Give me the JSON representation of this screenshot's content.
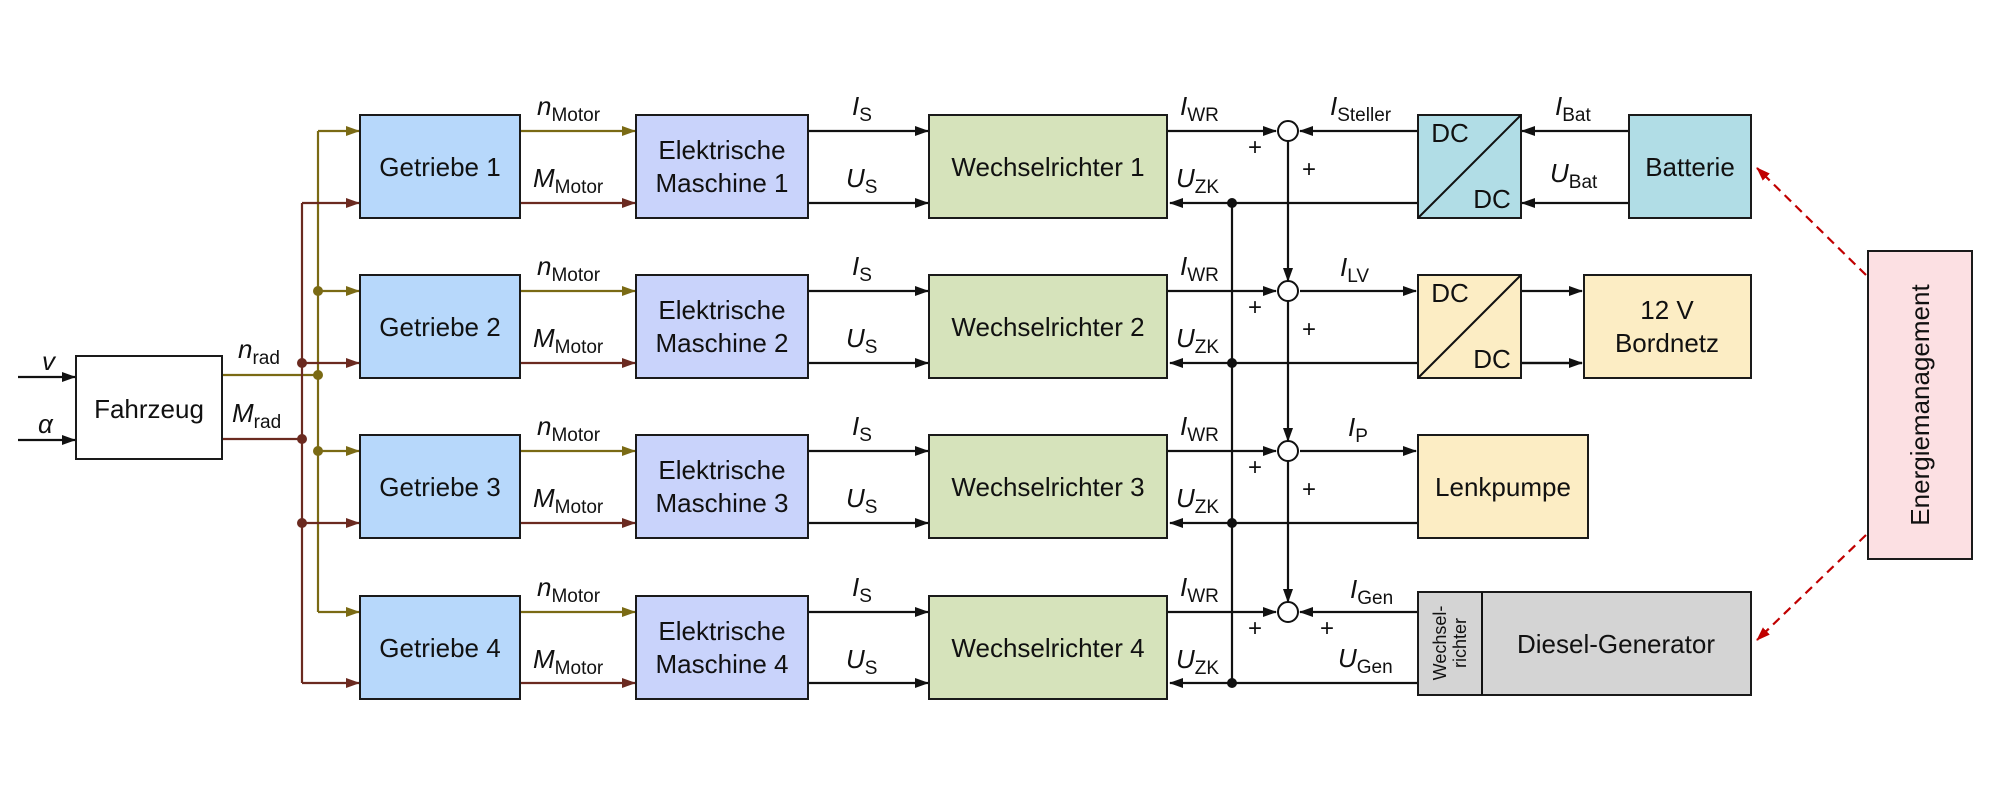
{
  "inputs": {
    "v": "v",
    "alpha": "α"
  },
  "blocks": {
    "fahrzeug": "Fahrzeug",
    "getriebe": [
      "Getriebe 1",
      "Getriebe 2",
      "Getriebe 3",
      "Getriebe 4"
    ],
    "maschine_line1": "Elektrische",
    "maschine_line2": [
      "Maschine 1",
      "Maschine 2",
      "Maschine 3",
      "Maschine 4"
    ],
    "wechselrichter": [
      "Wechselrichter 1",
      "Wechselrichter 2",
      "Wechselrichter 3",
      "Wechselrichter 4"
    ],
    "dc": "DC",
    "batterie": "Batterie",
    "bordnetz_line1": "12 V",
    "bordnetz_line2": "Bordnetz",
    "lenkpumpe": "Lenkpumpe",
    "wechselrichter_small_line1": "Wechsel-",
    "wechselrichter_small_line2": "richter",
    "diesel_generator": "Diesel-Generator",
    "energiemanagement": "Energiemanagement"
  },
  "signals": {
    "n_rad": {
      "main": "n",
      "sub": "rad"
    },
    "M_rad": {
      "main": "M",
      "sub": "rad"
    },
    "n_motor": {
      "main": "n",
      "sub": "Motor"
    },
    "M_motor": {
      "main": "M",
      "sub": "Motor"
    },
    "I_S": {
      "main": "I",
      "sub": "S"
    },
    "U_S": {
      "main": "U",
      "sub": "S"
    },
    "I_WR": {
      "main": "I",
      "sub": "WR"
    },
    "U_ZK": {
      "main": "U",
      "sub": "ZK"
    },
    "I_Steller": {
      "main": "I",
      "sub": "Steller"
    },
    "I_Bat": {
      "main": "I",
      "sub": "Bat"
    },
    "U_Bat": {
      "main": "U",
      "sub": "Bat"
    },
    "I_LV": {
      "main": "I",
      "sub": "LV"
    },
    "I_P": {
      "main": "I",
      "sub": "P"
    },
    "I_Gen": {
      "main": "I",
      "sub": "Gen"
    },
    "U_Gen": {
      "main": "U",
      "sub": "Gen"
    }
  },
  "plus_sign": "+",
  "colors": {
    "fahrzeug_fill": "#ffffff",
    "getriebe_fill": "#b7d8fb",
    "maschine_fill": "#c9d3fb",
    "wechselrichter_fill": "#d6e3bb",
    "batterie_fill": "#b1dde6",
    "bordnetz_fill": "#fcedc4",
    "generator_fill": "#d4d4d4",
    "energie_fill": "#fce0e3",
    "speed_line": "#7a6a14",
    "torque_line": "#6b2a20",
    "control_line": "#c00000"
  }
}
